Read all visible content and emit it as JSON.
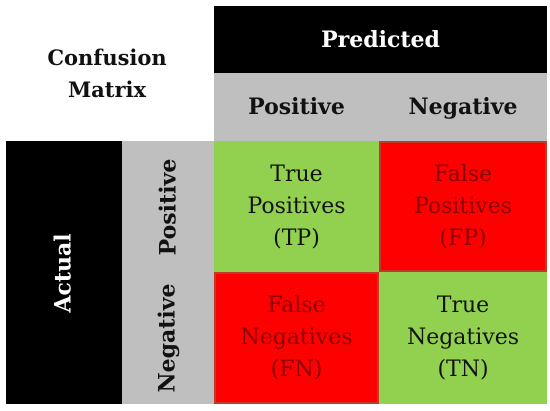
{
  "matrix": {
    "title_line1": "Confusion",
    "title_line2": "Matrix",
    "predicted_label": "Predicted",
    "actual_label": "Actual",
    "columns": [
      "Positive",
      "Negative"
    ],
    "rows": [
      "Positive",
      "Negative"
    ],
    "cells": [
      {
        "line1": "True",
        "line2": "Positives",
        "line3": "(TP)",
        "color": "#92d050",
        "text_color": "#111111"
      },
      {
        "line1": "False",
        "line2": "Positives",
        "line3": "(FP)",
        "color": "#ff0000",
        "text_color": "#8a0000"
      },
      {
        "line1": "False",
        "line2": "Negatives",
        "line3": "(FN)",
        "color": "#ff0000",
        "text_color": "#8a0000"
      },
      {
        "line1": "True",
        "line2": "Negatives",
        "line3": "(TN)",
        "color": "#92d050",
        "text_color": "#111111"
      }
    ]
  },
  "colors": {
    "header_dark": "#000000",
    "header_gray": "#bfbfbf",
    "correct": "#92d050",
    "error": "#ff0000"
  }
}
